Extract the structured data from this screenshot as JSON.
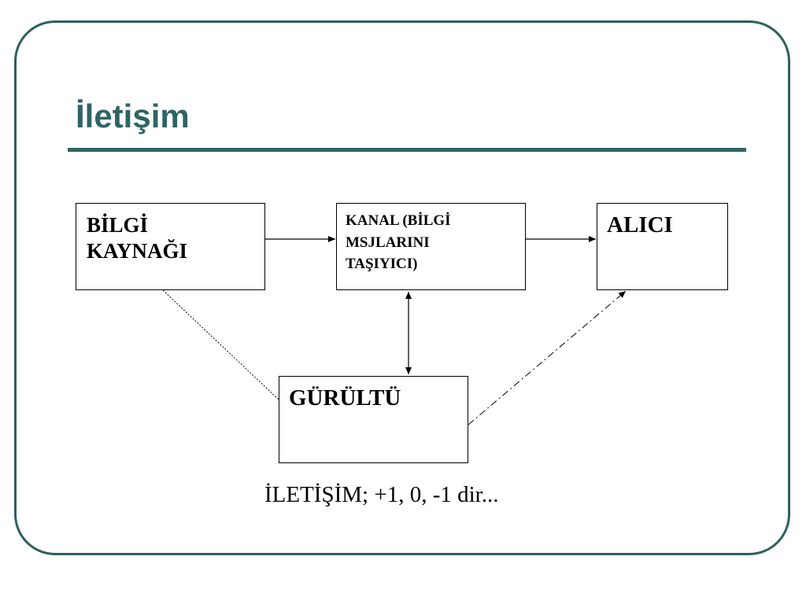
{
  "slide": {
    "title": "İletişim"
  },
  "diagram": {
    "nodes": {
      "source": {
        "lines": [
          "BİLGİ",
          "KAYNAĞI"
        ]
      },
      "channel": {
        "lines": [
          "KANAL (BİLGİ",
          "MSJLARINI",
          "TAŞIYICI)"
        ]
      },
      "receiver": {
        "lines": [
          "ALICI"
        ]
      },
      "noise": {
        "lines": [
          "GÜRÜLTÜ"
        ]
      }
    },
    "edges": [
      {
        "from": "source",
        "to": "channel",
        "style": "solid",
        "arrow": "end"
      },
      {
        "from": "channel",
        "to": "receiver",
        "style": "solid",
        "arrow": "end"
      },
      {
        "from": "channel",
        "to": "noise",
        "style": "solid",
        "arrow": "both"
      },
      {
        "from": "source",
        "to": "noise",
        "style": "dotted",
        "arrow": "none"
      },
      {
        "from": "noise",
        "to": "receiver",
        "style": "dash-dot",
        "arrow": "end"
      }
    ]
  },
  "caption": "İLETİŞİM; +1, 0, -1 dir...",
  "colors": {
    "accent": "#2f6464",
    "frame": "#2f5f5f",
    "text": "#000000",
    "background": "#ffffff"
  }
}
